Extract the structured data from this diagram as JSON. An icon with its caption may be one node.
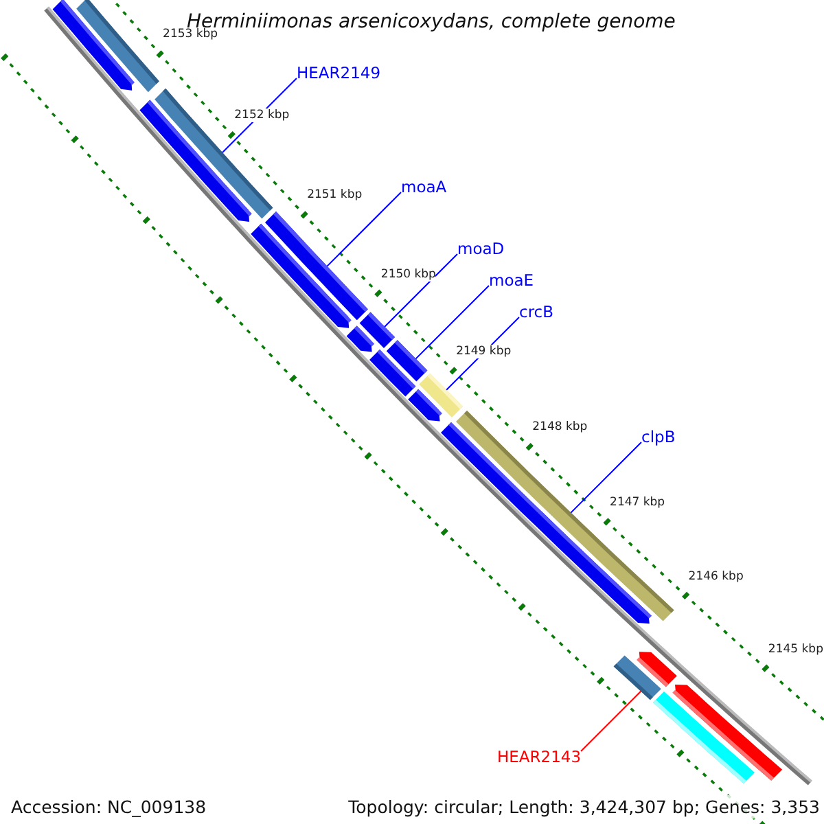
{
  "diagram": {
    "title": "Herminiimonas arsenicoxydans, complete genome",
    "nodes": [
      {
        "text": [
          "HEAR2149"
        ]
      },
      {
        "text": [
          "moaA"
        ]
      },
      {
        "text": [
          "moaD"
        ]
      },
      {
        "text": [
          "moaE"
        ]
      },
      {
        "text": [
          "crcB"
        ]
      },
      {
        "text": [
          "clpB"
        ]
      },
      {
        "text": [
          "HEAR2143"
        ]
      },
      {
        "text": [],
        "shape": "bar"
      },
      {
        "text": [],
        "shape": "bar"
      },
      {
        "text": [],
        "shape": "bar"
      },
      {
        "text": [],
        "shape": "bar"
      },
      {
        "text": [],
        "shape": "bar"
      },
      {
        "text": [],
        "shape": "bar"
      },
      {
        "text": [],
        "shape": "bar"
      },
      {
        "text": [],
        "shape": "bar"
      },
      {
        "text": [],
        "shape": "bar"
      },
      {
        "text": [],
        "shape": "bar"
      },
      {
        "text": [],
        "shape": "bar"
      },
      {
        "text": [],
        "shape": "bar"
      },
      {
        "text": [],
        "shape": "bar"
      },
      {
        "text": [],
        "shape": "bar"
      },
      {
        "text": [],
        "shape": "bar"
      },
      {
        "text": [],
        "shape": "bar"
      },
      {
        "text": [],
        "shape": "bar"
      },
      {
        "text": [],
        "shape": "bar"
      }
    ],
    "edges": [
      {
        "from": 0,
        "to": 8,
        "arrow": "none"
      },
      {
        "from": 1,
        "to": 9,
        "arrow": "none"
      },
      {
        "from": 2,
        "to": 10,
        "arrow": "none"
      },
      {
        "from": 3,
        "to": 11,
        "arrow": "none"
      },
      {
        "from": 4,
        "to": 12,
        "arrow": "none"
      },
      {
        "from": 5,
        "to": 13,
        "arrow": "none"
      },
      {
        "from": 6,
        "to": 21,
        "arrow": "none",
        "color": "#ff0000"
      }
    ],
    "labels": [
      "2153 kbp",
      "2152 kbp",
      "2151 kbp",
      "2150 kbp",
      "2149 kbp",
      "2148 kbp",
      "2147 kbp",
      "2146 kbp",
      "2145 kbp",
      "Accession: NC_009138",
      "Topology: circular; Length: 3,424,307 bp; Genes: 3,353"
    ]
  }
}
